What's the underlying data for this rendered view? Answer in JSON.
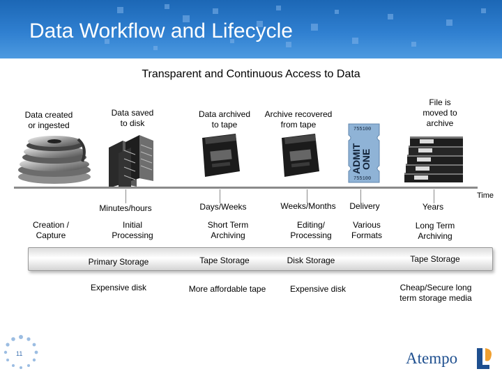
{
  "title": "Data Workflow and Lifecycle",
  "subtitle": "Transparent and Continuous Access to Data",
  "stages": [
    {
      "label": "Data created\nor ingested"
    },
    {
      "label": "Data saved\nto disk"
    },
    {
      "label": "Data archived\nto tape"
    },
    {
      "label": "Archive recovered\nfrom tape"
    },
    {
      "label": "File is\nmoved to\narchive"
    }
  ],
  "ticket_text": [
    "ADMIT",
    "ONE",
    "755100",
    "755100"
  ],
  "timeline_label": "Time",
  "durations": [
    "Minutes/hours",
    "Days/Weeks",
    "Weeks/Months",
    "Delivery",
    "Years"
  ],
  "phases": [
    "Creation /\nCapture",
    "Initial\nProcessing",
    "Short Term\nArchiving",
    "Editing/\nProcessing",
    "Various\nFormats",
    "Long Term\nArchiving"
  ],
  "storage": [
    "Primary Storage",
    "Tape Storage",
    "Disk Storage",
    "Tape Storage"
  ],
  "costs": [
    "Expensive disk",
    "More affordable tape",
    "Expensive disk",
    "Cheap/Secure long\nterm storage media"
  ],
  "page_number": "11",
  "brand": "Atempo",
  "colors": {
    "header": "#2f7fd0",
    "brand": "#1e4f8f",
    "logo_accent": "#f0a030",
    "timeline": "#8a8a8a"
  }
}
